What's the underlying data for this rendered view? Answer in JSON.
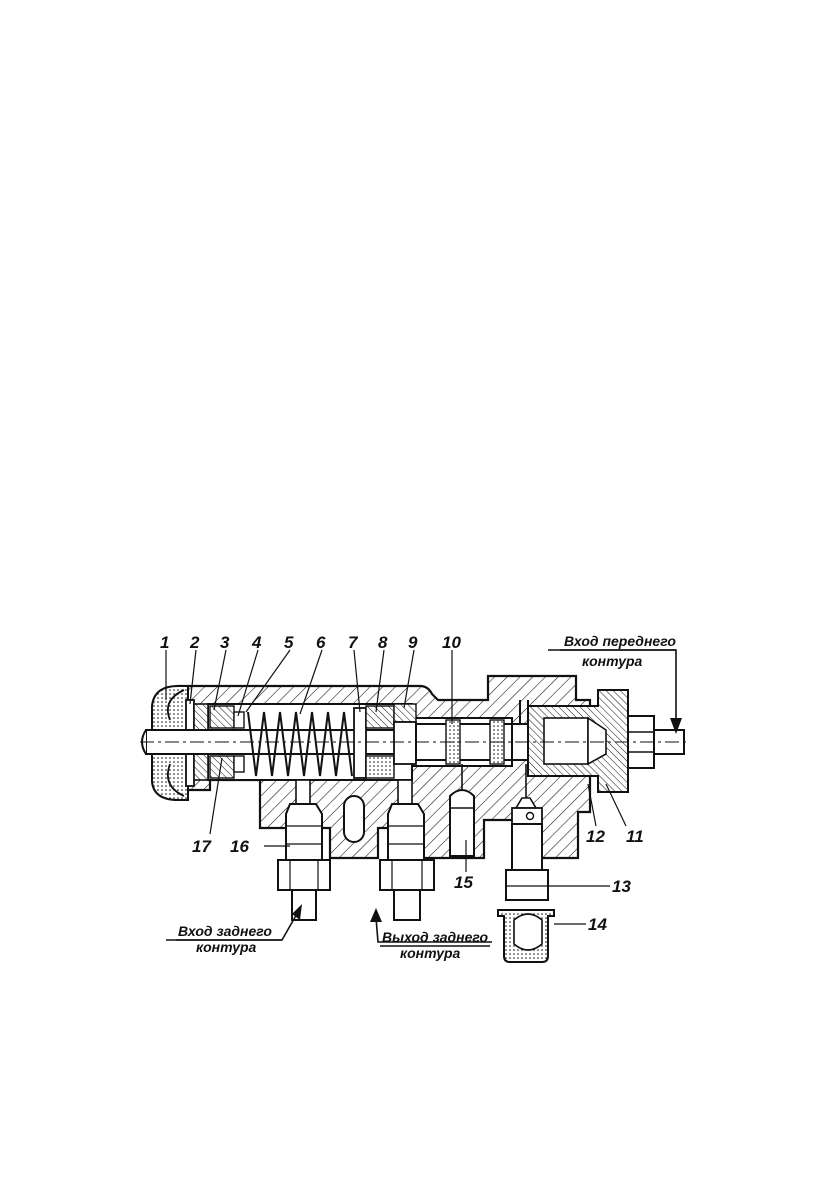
{
  "figure": {
    "parts": [
      {
        "id": "p1",
        "label": "1"
      },
      {
        "id": "p2",
        "label": "2"
      },
      {
        "id": "p3",
        "label": "3"
      },
      {
        "id": "p4",
        "label": "4"
      },
      {
        "id": "p5",
        "label": "5"
      },
      {
        "id": "p6",
        "label": "6"
      },
      {
        "id": "p7",
        "label": "7"
      },
      {
        "id": "p8",
        "label": "8"
      },
      {
        "id": "p9",
        "label": "9"
      },
      {
        "id": "p10",
        "label": "10"
      },
      {
        "id": "p11",
        "label": "11"
      },
      {
        "id": "p12",
        "label": "12"
      },
      {
        "id": "p13",
        "label": "13"
      },
      {
        "id": "p14",
        "label": "14"
      },
      {
        "id": "p15",
        "label": "15"
      },
      {
        "id": "p16",
        "label": "16"
      },
      {
        "id": "p17",
        "label": "17"
      }
    ],
    "ports": {
      "front_inlet": {
        "line1": "Вход переднего",
        "line2": "контура"
      },
      "rear_inlet": {
        "line1": "Вход заднего",
        "line2": "контура"
      },
      "rear_outlet": {
        "line1": "Выход заднего",
        "line2": "контура"
      }
    },
    "colors": {
      "ink": "#111111",
      "paper": "#ffffff",
      "fill": "#e8e8e8"
    }
  }
}
